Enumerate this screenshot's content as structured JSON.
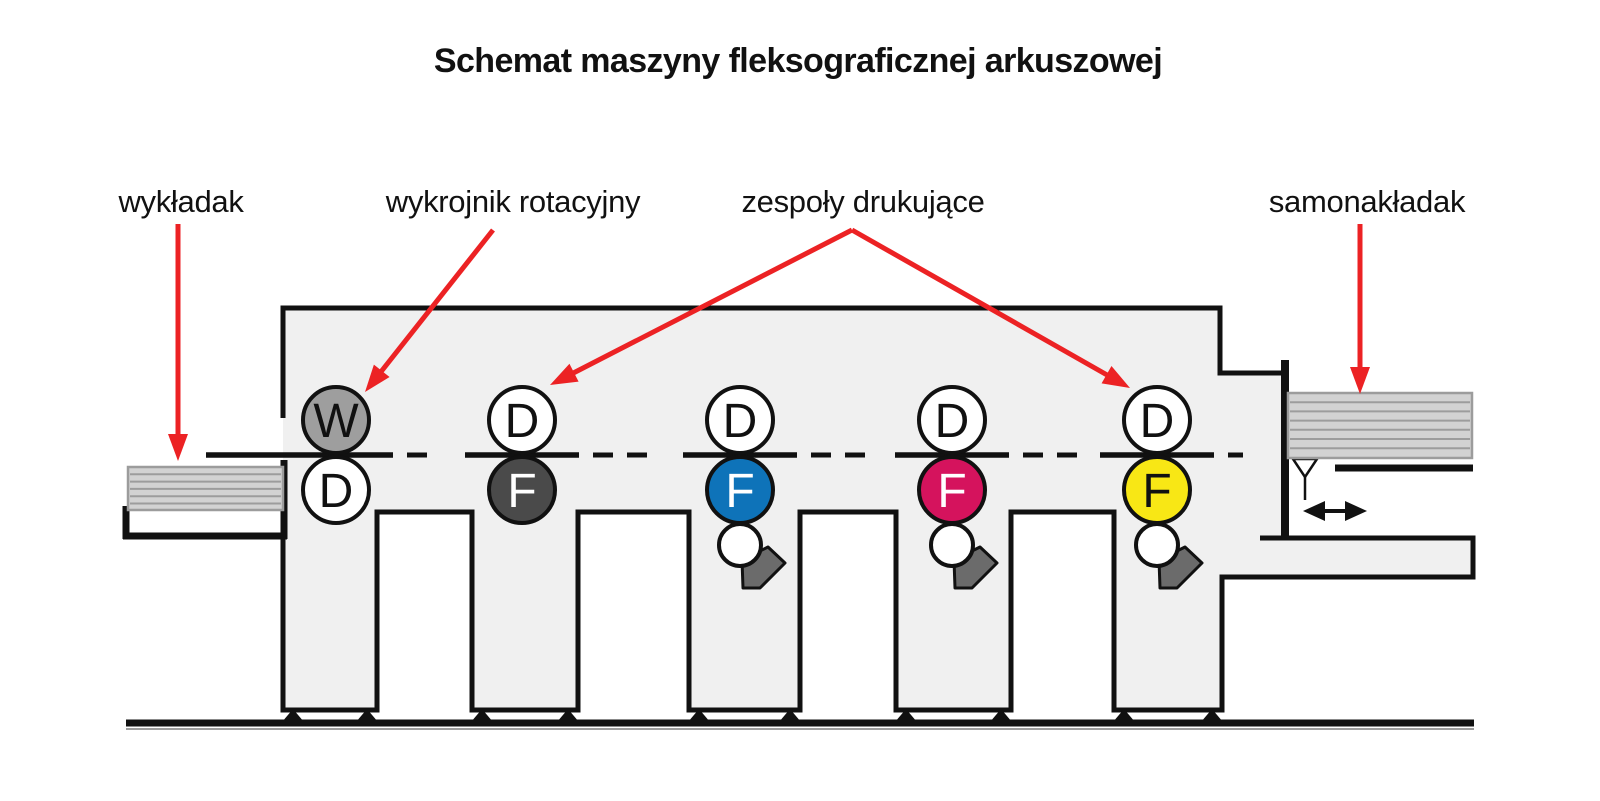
{
  "title": "Schemat maszyny fleksograficznej arkuszowej",
  "labels": {
    "delivery": "wykładak",
    "die_cutter": "wykrojnik rotacyjny",
    "print_units": "zespoły drukujące",
    "feeder": "samonakładak"
  },
  "colors": {
    "annotation_arrow": "#EC2224",
    "outline": "#111111",
    "body_fill": "#F0F0F0",
    "stack_fill": "#D2D2D2",
    "stack_stripe": "#9C9C9C",
    "ink_chamber": "#6B6B6B",
    "ground_shadow": "#9C9C9C"
  },
  "units": [
    {
      "name": "die-cut-unit",
      "top_letter": "W",
      "top_fill": "#9E9E9E",
      "top_text": "#111111",
      "bottom_letter": "D",
      "bottom_fill": "#FFFFFF",
      "bottom_text": "#111111",
      "anilox": false
    },
    {
      "name": "print-unit-black",
      "top_letter": "D",
      "top_fill": "#FFFFFF",
      "top_text": "#111111",
      "bottom_letter": "F",
      "bottom_fill": "#4A4A4A",
      "bottom_text": "#FFFFFF",
      "anilox": false
    },
    {
      "name": "print-unit-cyan",
      "top_letter": "D",
      "top_fill": "#FFFFFF",
      "top_text": "#111111",
      "bottom_letter": "F",
      "bottom_fill": "#0E73B9",
      "bottom_text": "#FFFFFF",
      "anilox": true
    },
    {
      "name": "print-unit-magenta",
      "top_letter": "D",
      "top_fill": "#FFFFFF",
      "top_text": "#111111",
      "bottom_letter": "F",
      "bottom_fill": "#D5135D",
      "bottom_text": "#FFFFFF",
      "anilox": true
    },
    {
      "name": "print-unit-yellow",
      "top_letter": "D",
      "top_fill": "#FFFFFF",
      "top_text": "#111111",
      "bottom_letter": "F",
      "bottom_fill": "#F8E715",
      "bottom_text": "#111111",
      "anilox": true
    }
  ]
}
